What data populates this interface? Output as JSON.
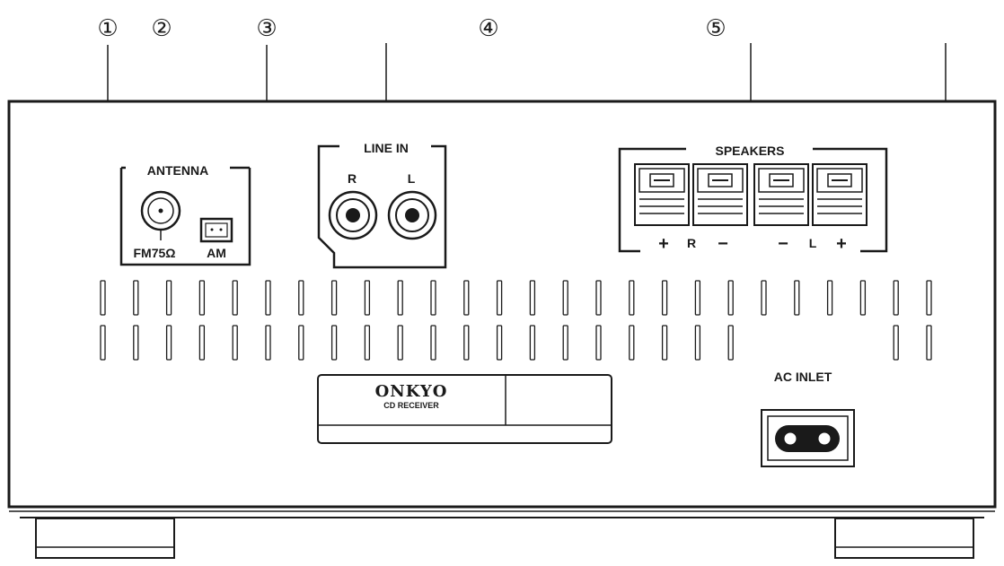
{
  "callouts": [
    "①",
    "②",
    "③",
    "④",
    "⑤"
  ],
  "antenna": {
    "title": "ANTENNA",
    "fm_label": "FM75Ω",
    "am_label": "AM"
  },
  "line_in": {
    "title": "LINE IN",
    "right_label": "R",
    "left_label": "L"
  },
  "speakers": {
    "title": "SPEAKERS",
    "terminal_labels": [
      "+",
      "R",
      "−",
      "−",
      "L",
      "+"
    ]
  },
  "brand_plate": {
    "brand": "ONKYO",
    "model": "CD RECEIVER"
  },
  "ac_inlet": {
    "label": "AC INLET"
  }
}
